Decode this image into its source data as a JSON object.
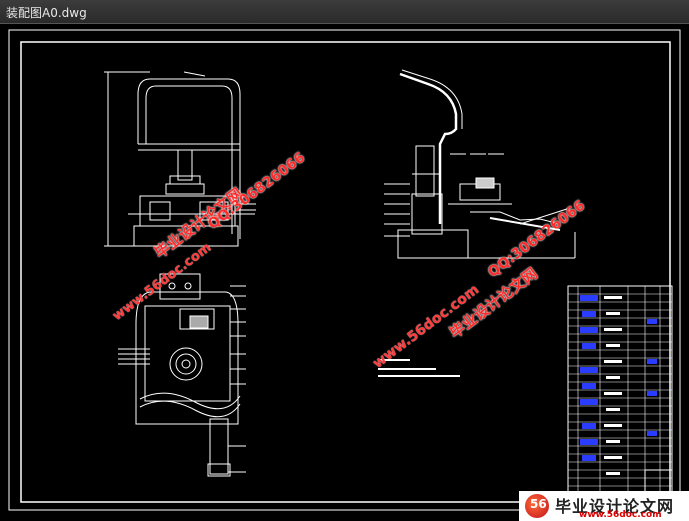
{
  "window": {
    "title": "装配图A0.dwg"
  },
  "watermarks": {
    "site_cn": "毕业设计论文网",
    "site_url": "www.56doc.com",
    "qq": "QQ:306826066"
  },
  "footer_brand": {
    "name": "毕业设计论文网",
    "url": "www.56doc.com",
    "logo_text": "56"
  },
  "colors": {
    "background": "#000000",
    "linework": "#ffffff",
    "watermark": "#ff2a2a",
    "bom_accent": "#2a3cff"
  }
}
